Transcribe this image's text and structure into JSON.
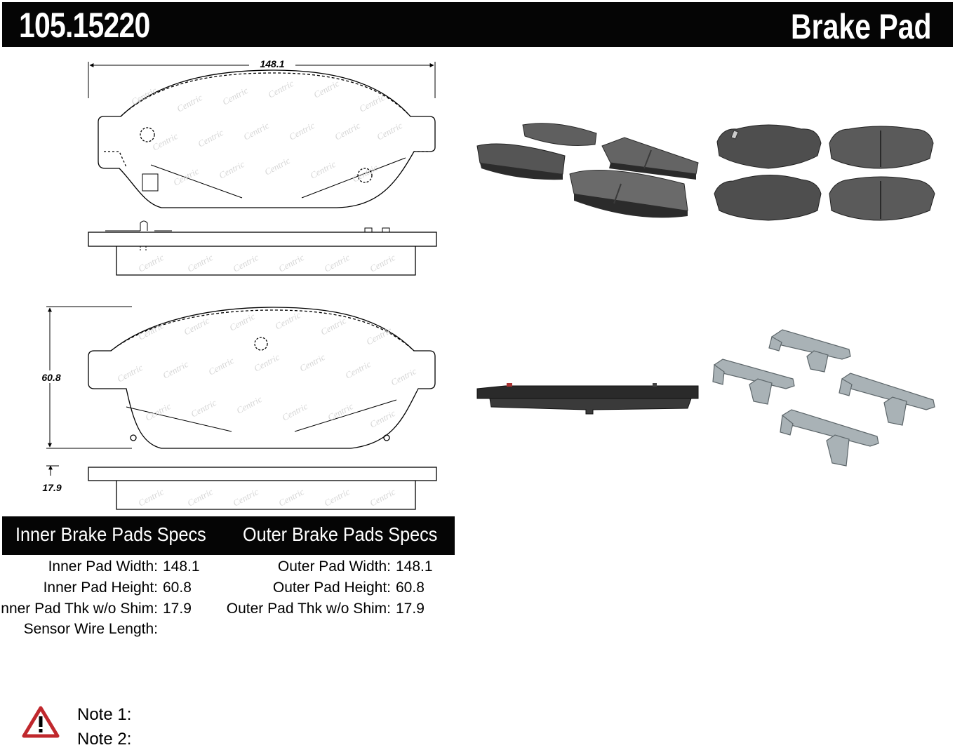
{
  "header": {
    "part_number": "105.15220",
    "doc_type": "Brake Pad"
  },
  "drawing": {
    "width_label": "148.1",
    "height_label": "60.8",
    "thickness_label": "17.9",
    "watermark": "Centric"
  },
  "specs": {
    "inner_title": "Inner Brake Pads Specs",
    "outer_title": "Outer Brake Pads Specs",
    "inner": [
      {
        "label": "Inner Pad Width:",
        "value": "148.1"
      },
      {
        "label": "Inner Pad Height:",
        "value": "60.8"
      },
      {
        "label": "Inner Pad Thk w/o Shim:",
        "value": "17.9"
      },
      {
        "label": "Sensor Wire Length:",
        "value": ""
      }
    ],
    "outer": [
      {
        "label": "Outer Pad Width:",
        "value": "148.1"
      },
      {
        "label": "Outer Pad Height:",
        "value": "60.8"
      },
      {
        "label": "Outer Pad Thk w/o Shim:",
        "value": "17.9"
      }
    ]
  },
  "notes": {
    "note1": "Note 1:",
    "note2": "Note 2:"
  },
  "colors": {
    "header_bg": "#050505",
    "header_text": "#ffffff",
    "pad_gray": "#5c5c5c",
    "clip_metal": "#a9b2b6"
  }
}
